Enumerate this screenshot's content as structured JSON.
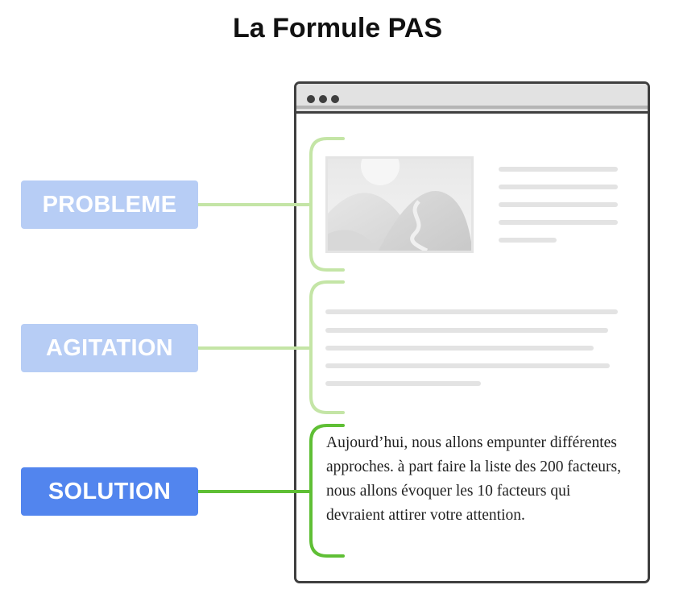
{
  "title": "La Formule PAS",
  "labels": {
    "probleme": "PROBLEME",
    "agitation": "AGITATION",
    "solution": "SOLUTION"
  },
  "solution_text": "Aujourd’hui, nous allons empunter différentes approches. à part faire la liste des 200 facteurs, nous allons évoquer les 10 facteurs qui devraient attirer votre attention.",
  "colors": {
    "label_inactive": "#b7cdf5",
    "label_active": "#5285ee",
    "connector_inactive": "#c4e5a6",
    "connector_active": "#5fbf35",
    "placeholder_line": "#e3e3e3"
  },
  "icons": {
    "window_controls": "three-dot-icon",
    "image_placeholder": "landscape-image-icon"
  }
}
